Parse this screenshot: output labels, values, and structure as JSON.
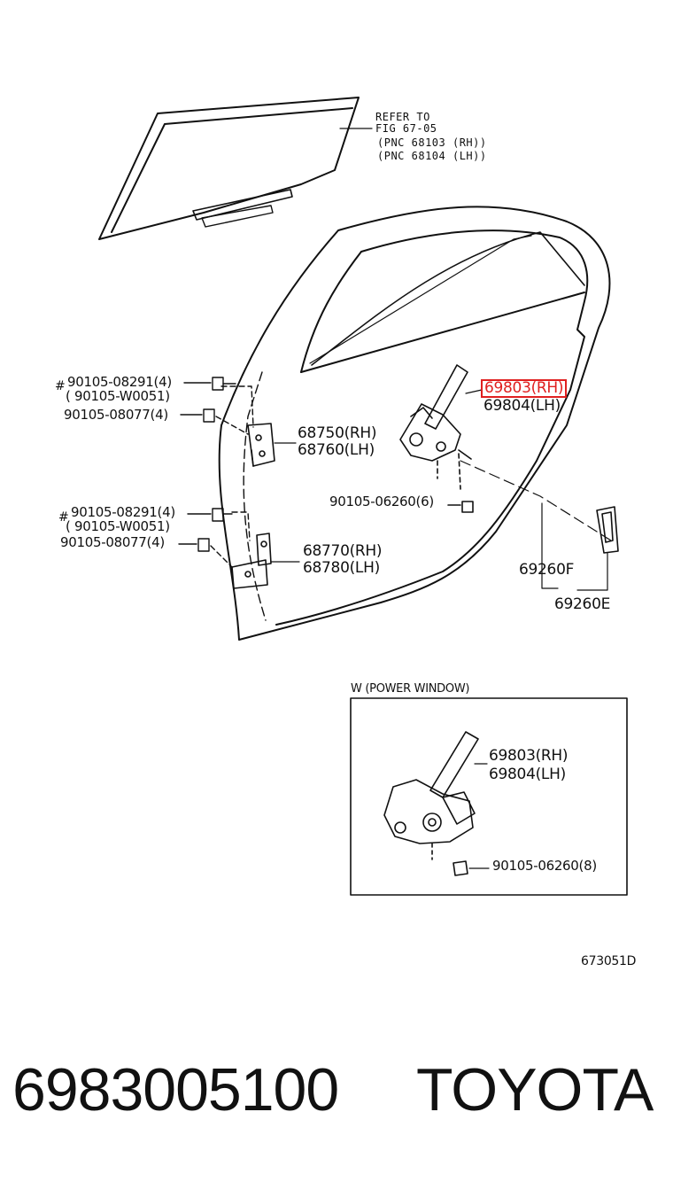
{
  "refer_note": {
    "line1": "REFER TO",
    "line2": "FIG 67-05",
    "line3": "(PNC 68103 (RH))",
    "line4": "(PNC 68104 (LH))"
  },
  "labels": {
    "bolt_upper_1_mark": "#",
    "bolt_upper_1": "90105-08291(4)",
    "bolt_upper_1_alt": "( 90105-W0051)",
    "bolt_upper_2": "90105-08077(4)",
    "hinge_upper_rh": "68750(RH)",
    "hinge_upper_lh": "68760(LH)",
    "regulator_rh": "69803(RH)",
    "regulator_lh": "69804(LH)",
    "bolt_regulator": "90105-06260(6)",
    "bolt_lower_1_mark": "#",
    "bolt_lower_1": "90105-08291(4)",
    "bolt_lower_1_alt": "( 90105-W0051)",
    "bolt_lower_2": "90105-08077(4)",
    "hinge_lower_rh": "68770(RH)",
    "hinge_lower_lh": "68780(LH)",
    "handle_part_f": "69260F",
    "handle_part_e": "69260E"
  },
  "inset": {
    "title": "W (POWER WINDOW)",
    "regulator_rh": "69803(RH)",
    "regulator_lh": "69804(LH)",
    "bolt": "90105-06260(8)"
  },
  "figure_code": "673051D",
  "footer": {
    "part_number": "6983005100",
    "brand": "TOYOTA"
  },
  "colors": {
    "highlight": "#e02020",
    "line": "#111111"
  }
}
